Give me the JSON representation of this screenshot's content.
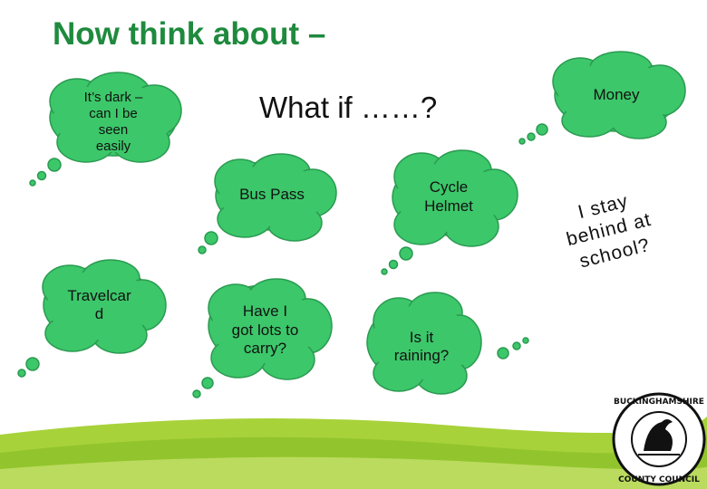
{
  "title": "Now think about –",
  "subtitle": "What if ……?",
  "clouds": {
    "dark": "It’s dark –\ncan I be\nseen\neasily",
    "bus": "Bus Pass",
    "cycle": "Cycle\nHelmet",
    "money": "Money",
    "stay": "I stay\nbehind at\nschool?",
    "travel": "Travelcar\nd",
    "carry": "Have I\ngot lots to\ncarry?",
    "rain": "Is it\nraining?"
  },
  "logo_text": "BUCKINGHAMSHIRE COUNTY COUNCIL",
  "colors": {
    "cloud": "#3cc76a",
    "cloud_dark": "#2a9a50",
    "title": "#1f8a3e",
    "footer": "#a8d23a"
  }
}
